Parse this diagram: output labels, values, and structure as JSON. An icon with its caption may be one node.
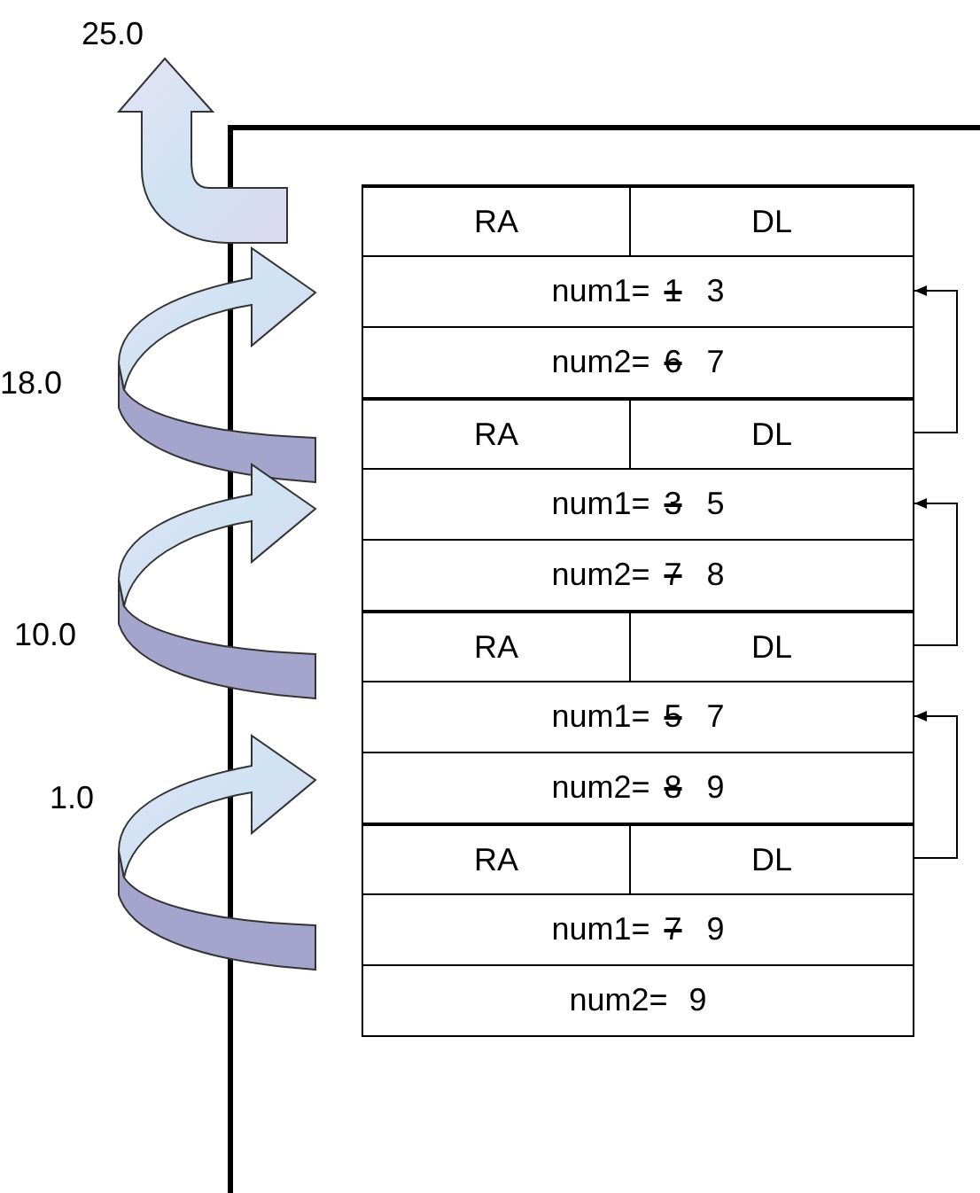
{
  "diagram": {
    "nodes": [
      {
        "text": [
          "RA"
        ]
      },
      {
        "text": [
          "DL"
        ]
      },
      {
        "text": [
          "num1=",
          "1",
          "3"
        ]
      },
      {
        "text": [
          "num2=",
          "6",
          "7"
        ]
      },
      {
        "text": [
          "RA"
        ]
      },
      {
        "text": [
          "DL"
        ]
      },
      {
        "text": [
          "num1=",
          "3",
          "5"
        ]
      },
      {
        "text": [
          "num2=",
          "7",
          "8"
        ]
      },
      {
        "text": [
          "RA"
        ]
      },
      {
        "text": [
          "DL"
        ]
      },
      {
        "text": [
          "num1=",
          "5",
          "7"
        ]
      },
      {
        "text": [
          "num2=",
          "8",
          "9"
        ]
      },
      {
        "text": [
          "RA"
        ]
      },
      {
        "text": [
          "DL"
        ]
      },
      {
        "text": [
          "num1=",
          "7",
          "9"
        ]
      },
      {
        "text": [
          "num2=",
          "9"
        ]
      }
    ],
    "edges": [
      {
        "from": 5,
        "to": 2,
        "arrow": "to"
      },
      {
        "from": 9,
        "to": 6,
        "arrow": "to"
      },
      {
        "from": 13,
        "to": 10,
        "arrow": "to"
      }
    ],
    "labels": [
      "25.0",
      "18.0",
      "10.0",
      "1.0"
    ]
  }
}
